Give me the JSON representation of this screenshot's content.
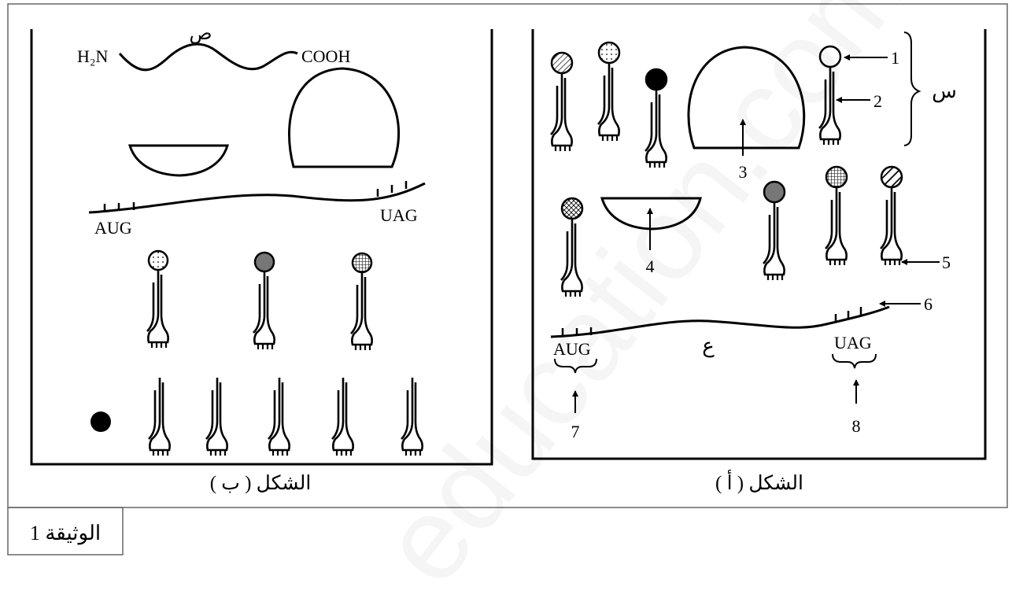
{
  "document": {
    "label": "الوثيقة 1"
  },
  "figure_b": {
    "caption": "الشكل ( ب )",
    "protein_label": "ص",
    "n_terminus": "H₂N",
    "c_terminus": "COOH",
    "start_codon": "AUG",
    "stop_codon": "UAG"
  },
  "figure_a": {
    "caption": "الشكل ( أ )",
    "group_label": "س",
    "mrna_label": "ع",
    "start_codon": "AUG",
    "stop_codon": "UAG",
    "numbers": [
      "1",
      "2",
      "3",
      "4",
      "5",
      "6",
      "7",
      "8"
    ]
  },
  "colors": {
    "ink": "#000000",
    "border": "#666666",
    "paper": "#ffffff"
  },
  "watermark": "education.com"
}
